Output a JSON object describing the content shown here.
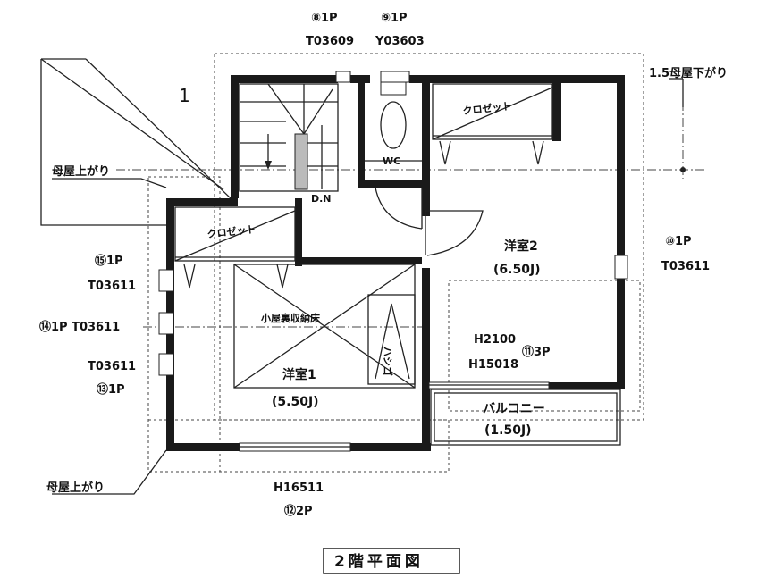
{
  "title": "2階平面図",
  "labels": {
    "l8": "⑧1P",
    "l8code": "T03609",
    "l9": "⑨1P",
    "l9code": "Y03603",
    "roof_down": "1.5母屋下がり",
    "roof_up_top": "母屋上がり",
    "roof_up_bottom": "母屋上がり",
    "l15": "⑮1P",
    "l15code": "T03611",
    "l14": "⑭1P T03611",
    "l13code": "T03611",
    "l13": "⑬1P",
    "l10": "⑩1P",
    "l10code": "T03611",
    "h_bottom": "H16511",
    "l12": "⑫2P",
    "h2100": "H2100",
    "h15018": "H15018",
    "l11": "⑪3P",
    "stair_mark": "1"
  },
  "rooms": {
    "closet_top": "クロゼット",
    "closet_left": "クロゼット",
    "wc": "WC",
    "dn": "D.N",
    "room2": "洋室2",
    "room2_size": "(6.50J)",
    "attic": "小屋裏収納床",
    "room1": "洋室1",
    "room1_size": "(5.50J)",
    "hanger": "ハシゴ",
    "balcony": "バルコニー",
    "balcony_size": "(1.50J)"
  }
}
